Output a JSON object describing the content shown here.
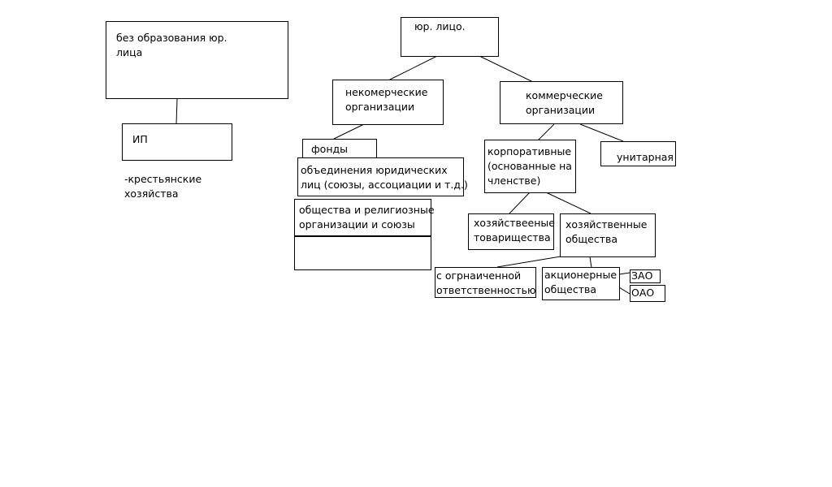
{
  "colors": {
    "line": "#000000",
    "background": "#ffffff",
    "text": "#000000"
  },
  "nodes": {
    "no_legal_entity": "без образования юр.\nлица",
    "ip": "ИП",
    "peasant_farms": "-крестьянские\nхозяйства",
    "legal_entity": "юр. лицо.",
    "non_commercial": "некомерческие\nорганизации",
    "commercial": "коммерческие\nорганизации",
    "funds": "фонды",
    "associations": "объединения юридических\nлиц (союзы, ассоциации и т.д.)",
    "religious": "общества и религиозные\nорганизации и союзы",
    "empty": "",
    "corporate": "корпоративные\n(основанные на\nчленстве)",
    "unitary": "унитарная",
    "partnerships": "хозяйствееные\nтоварищества",
    "companies": "хозяйственные\nобщества",
    "llc": "с огрнаиченной\nответственностью",
    "jsc": "акционерные\nобщества",
    "zao": "ЗАО",
    "oao": "ОАО"
  }
}
